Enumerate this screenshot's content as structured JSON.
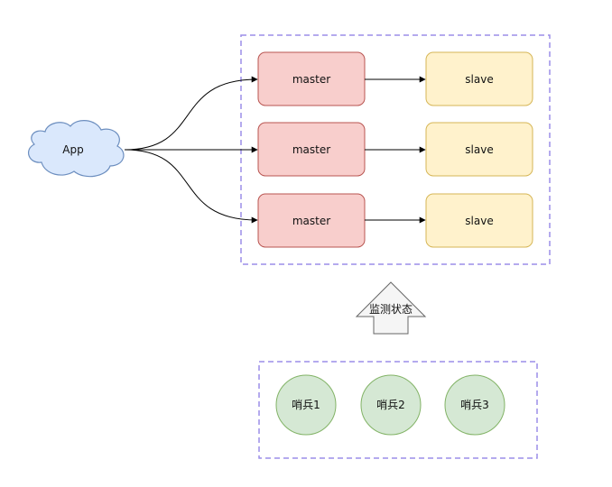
{
  "diagram": {
    "app": {
      "label": "App"
    },
    "masters": [
      {
        "label": "master"
      },
      {
        "label": "master"
      },
      {
        "label": "master"
      }
    ],
    "slaves": [
      {
        "label": "slave"
      },
      {
        "label": "slave"
      },
      {
        "label": "slave"
      }
    ],
    "monitor": {
      "label": "监测状态"
    },
    "sentinels": [
      {
        "label": "哨兵1"
      },
      {
        "label": "哨兵2"
      },
      {
        "label": "哨兵3"
      }
    ]
  },
  "colors": {
    "cloud_fill": "#dae8fc",
    "cloud_stroke": "#6c8ebf",
    "master_fill": "#f8cecc",
    "master_stroke": "#b85450",
    "slave_fill": "#fff2cc",
    "slave_stroke": "#d6b656",
    "sentinel_fill": "#d5e8d4",
    "sentinel_stroke": "#82b366",
    "group_border": "#9b8ee8",
    "arrow_fill": "#f5f5f5",
    "arrow_stroke": "#666666",
    "connector": "#000000"
  }
}
